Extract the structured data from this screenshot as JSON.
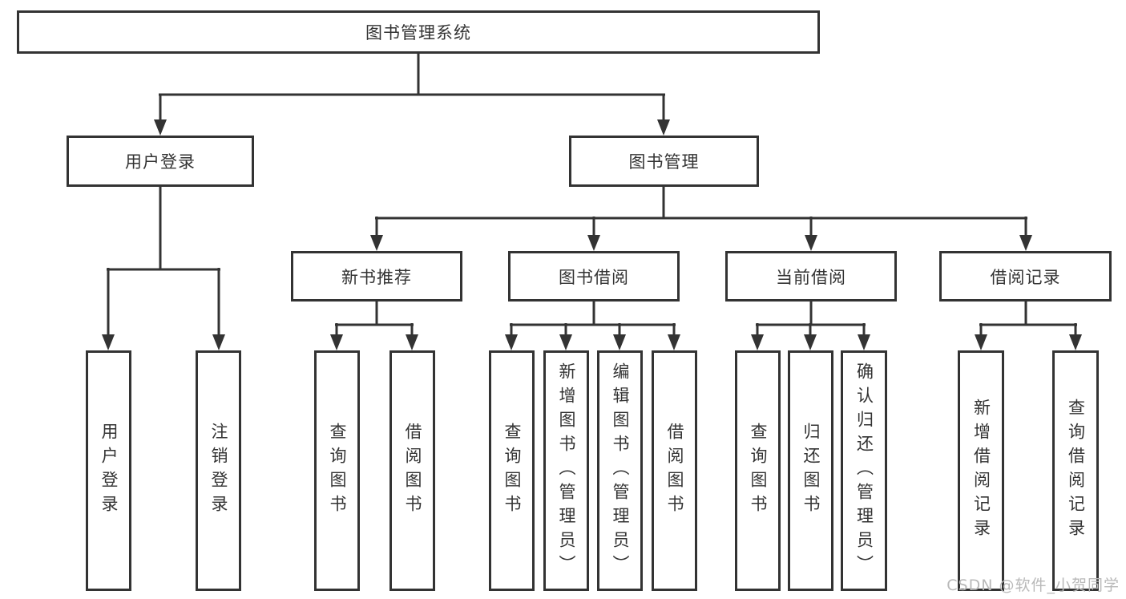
{
  "tree": {
    "label": "图书管理系统",
    "children": [
      {
        "label": "用户登录",
        "children": [
          {
            "label": "用户登录"
          },
          {
            "label": "注销登录"
          }
        ]
      },
      {
        "label": "图书管理",
        "children": [
          {
            "label": "新书推荐",
            "children": [
              {
                "label": "查询图书"
              },
              {
                "label": "借阅图书"
              }
            ]
          },
          {
            "label": "图书借阅",
            "children": [
              {
                "label": "查询图书"
              },
              {
                "label": "新增图书（管理员）"
              },
              {
                "label": "编辑图书（管理员）"
              },
              {
                "label": "借阅图书"
              }
            ]
          },
          {
            "label": "当前借阅",
            "children": [
              {
                "label": "查询图书"
              },
              {
                "label": "归还图书"
              },
              {
                "label": "确认归还（管理员）"
              }
            ]
          },
          {
            "label": "借阅记录",
            "children": [
              {
                "label": "新增借阅记录"
              },
              {
                "label": "查询借阅记录"
              }
            ]
          }
        ]
      }
    ]
  },
  "watermark": {
    "text": "CSDN @软件_小贺同学"
  },
  "colors": {
    "line": "#333333",
    "text": "#333333",
    "background": "#ffffff",
    "watermark": "#b9b9b9"
  }
}
